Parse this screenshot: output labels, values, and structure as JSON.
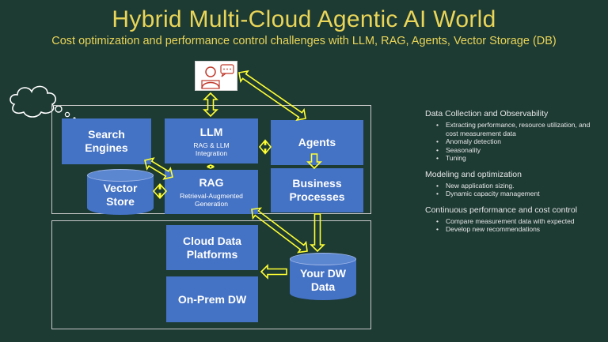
{
  "header": {
    "title": "Hybrid Multi-Cloud Agentic AI World",
    "subtitle": "Cost optimization and performance control challenges with LLM, RAG, Agents, Vector Storage (DB)"
  },
  "nodes": {
    "search_engines": "Search\nEngines",
    "llm": {
      "title": "LLM",
      "sub": "RAG & LLM\nIntegration"
    },
    "agents": "Agents",
    "vector_store": "Vector\nStore",
    "rag": {
      "title": "RAG",
      "sub": "Retrieval-Augmented\nGeneration"
    },
    "business_processes": "Business\nProcesses",
    "cloud_data_platforms": "Cloud Data\nPlatforms",
    "your_dw_data": "Your DW\nData",
    "onprem_dw": "On-Prem DW"
  },
  "icons": {
    "user": "user-chat-icon",
    "thought": "thought-cloud-icon"
  },
  "colors": {
    "background": "#1d3a33",
    "title": "#e9d558",
    "box": "#4472c4",
    "arrow": "#ffff33"
  },
  "sidebar": {
    "sections": [
      {
        "heading": "Data Collection and Observability",
        "items": [
          "Extracting performance, resource utilization, and cost measurement data",
          "Anomaly detection",
          "Seasonality",
          "Tuning"
        ]
      },
      {
        "heading": "Modeling and optimization",
        "items": [
          "New application sizing.",
          "Dynamic capacity management"
        ]
      },
      {
        "heading": "Continuous performance and cost control",
        "items": [
          "Compare measurement data with expected",
          "Develop new recommendations"
        ]
      }
    ]
  }
}
